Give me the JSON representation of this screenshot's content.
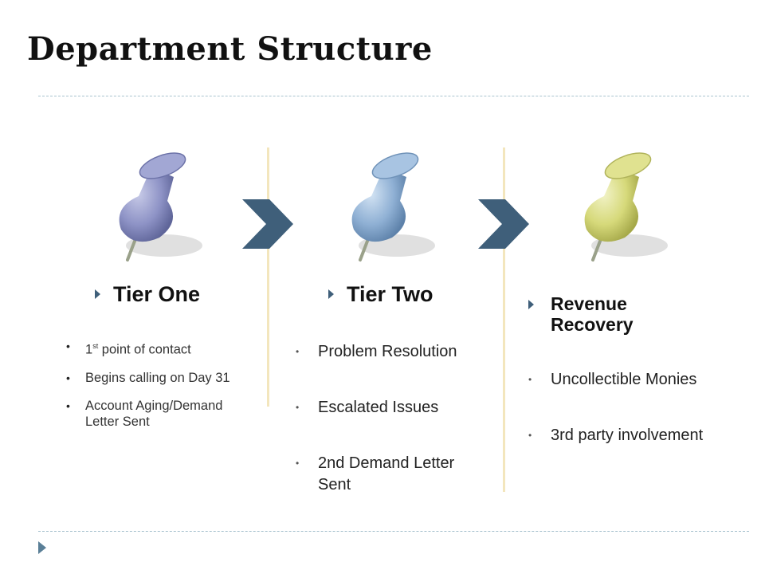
{
  "slide": {
    "title": "Department Structure"
  },
  "tiers": [
    {
      "heading": "Tier One",
      "pin_color": "#8e93c6",
      "items": [
        {
          "text": "point of contact",
          "prefix": "1",
          "sup": "st"
        },
        {
          "text": "Begins calling on Day 31"
        },
        {
          "text": "Account Aging/Demand Letter Sent"
        }
      ]
    },
    {
      "heading": "Tier Two",
      "pin_color": "#8fb0d4",
      "items": [
        {
          "text": "Problem Resolution"
        },
        {
          "text": "Escalated Issues"
        },
        {
          "text": "2nd Demand Letter Sent"
        }
      ]
    },
    {
      "heading": "Revenue Recovery",
      "pin_color": "#d6d97a",
      "items": [
        {
          "text": "Uncollectible Monies"
        },
        {
          "text": "3rd party involvement"
        }
      ]
    }
  ],
  "colors": {
    "arrow": "#3f5f7a",
    "divider": "#f3e6bd",
    "rule": "#a9c3cf"
  },
  "icons": [
    "pushpin-icon",
    "chevron-right-icon",
    "triangle-bullet-icon"
  ]
}
